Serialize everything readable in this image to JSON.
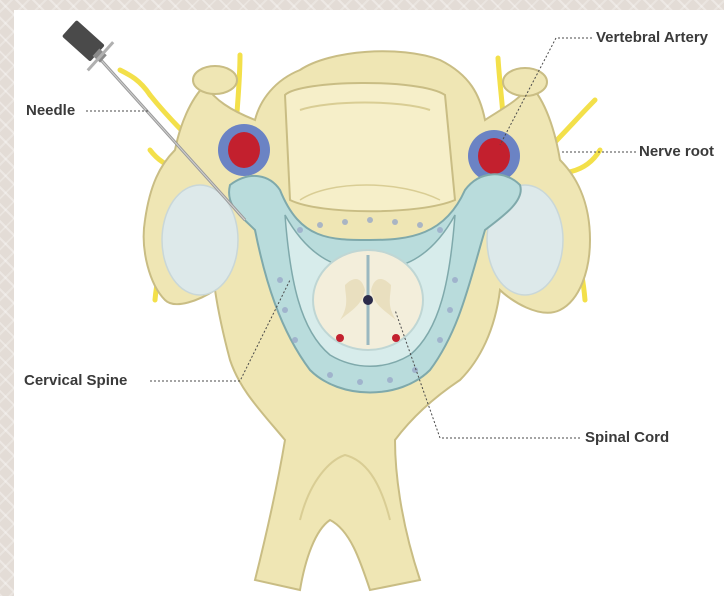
{
  "labels": {
    "needle": "Needle",
    "vertebral_artery": "Vertebral Artery",
    "nerve_root": "Nerve root",
    "cervical_spine": "Cervical Spine",
    "spinal_cord": "Spinal Cord"
  },
  "colors": {
    "bone": "#efe6b4",
    "bone_outline": "#c9bd84",
    "nerve": "#f3e04a",
    "artery": "#c3202e",
    "artery_ring": "#6b83c4",
    "dura": "#a7d3d4",
    "cord": "#f3eedb",
    "needle": "#9a9a9a",
    "background_frame": "#e3dcd6"
  }
}
